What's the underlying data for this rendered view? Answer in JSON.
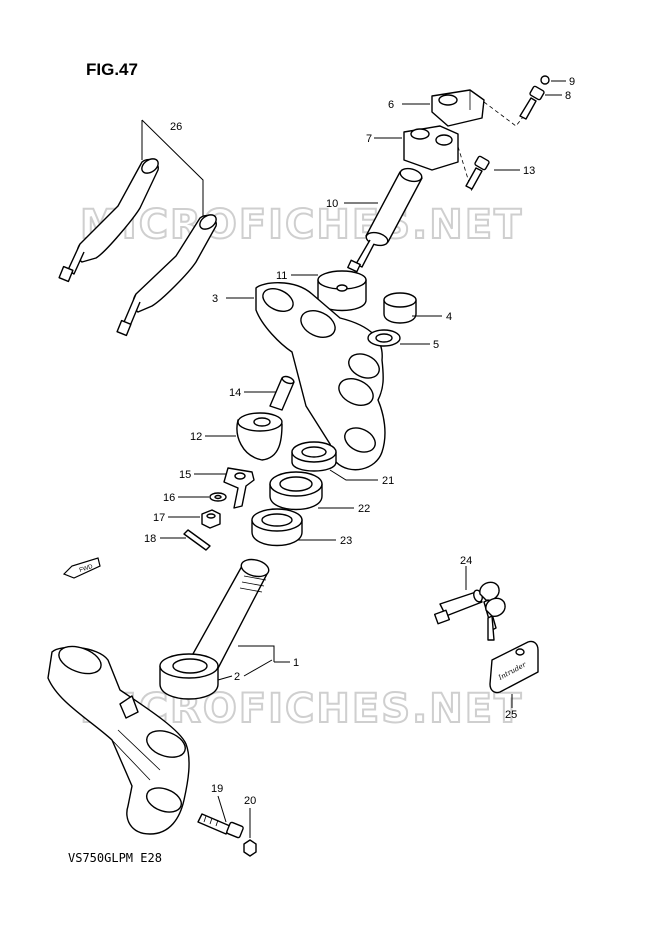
{
  "figure": {
    "title": "FIG.47",
    "model_code": "VS750GLPM E28",
    "watermark": "MICROFICHES.NET"
  },
  "fwd_label": "FWD",
  "plate_text": "Intruder",
  "callouts": [
    {
      "id": "c1",
      "number": "1"
    },
    {
      "id": "c2",
      "number": "2"
    },
    {
      "id": "c3",
      "number": "3"
    },
    {
      "id": "c4",
      "number": "4"
    },
    {
      "id": "c5",
      "number": "5"
    },
    {
      "id": "c6",
      "number": "6"
    },
    {
      "id": "c7",
      "number": "7"
    },
    {
      "id": "c8",
      "number": "8"
    },
    {
      "id": "c9",
      "number": "9"
    },
    {
      "id": "c10",
      "number": "10"
    },
    {
      "id": "c11",
      "number": "11"
    },
    {
      "id": "c12",
      "number": "12"
    },
    {
      "id": "c13",
      "number": "13"
    },
    {
      "id": "c14",
      "number": "14"
    },
    {
      "id": "c15",
      "number": "15"
    },
    {
      "id": "c16",
      "number": "16"
    },
    {
      "id": "c17",
      "number": "17"
    },
    {
      "id": "c18",
      "number": "18"
    },
    {
      "id": "c19",
      "number": "19"
    },
    {
      "id": "c20",
      "number": "20"
    },
    {
      "id": "c21",
      "number": "21"
    },
    {
      "id": "c22",
      "number": "22"
    },
    {
      "id": "c23",
      "number": "23"
    },
    {
      "id": "c24",
      "number": "24"
    },
    {
      "id": "c25",
      "number": "25"
    },
    {
      "id": "c26",
      "number": "26"
    }
  ]
}
